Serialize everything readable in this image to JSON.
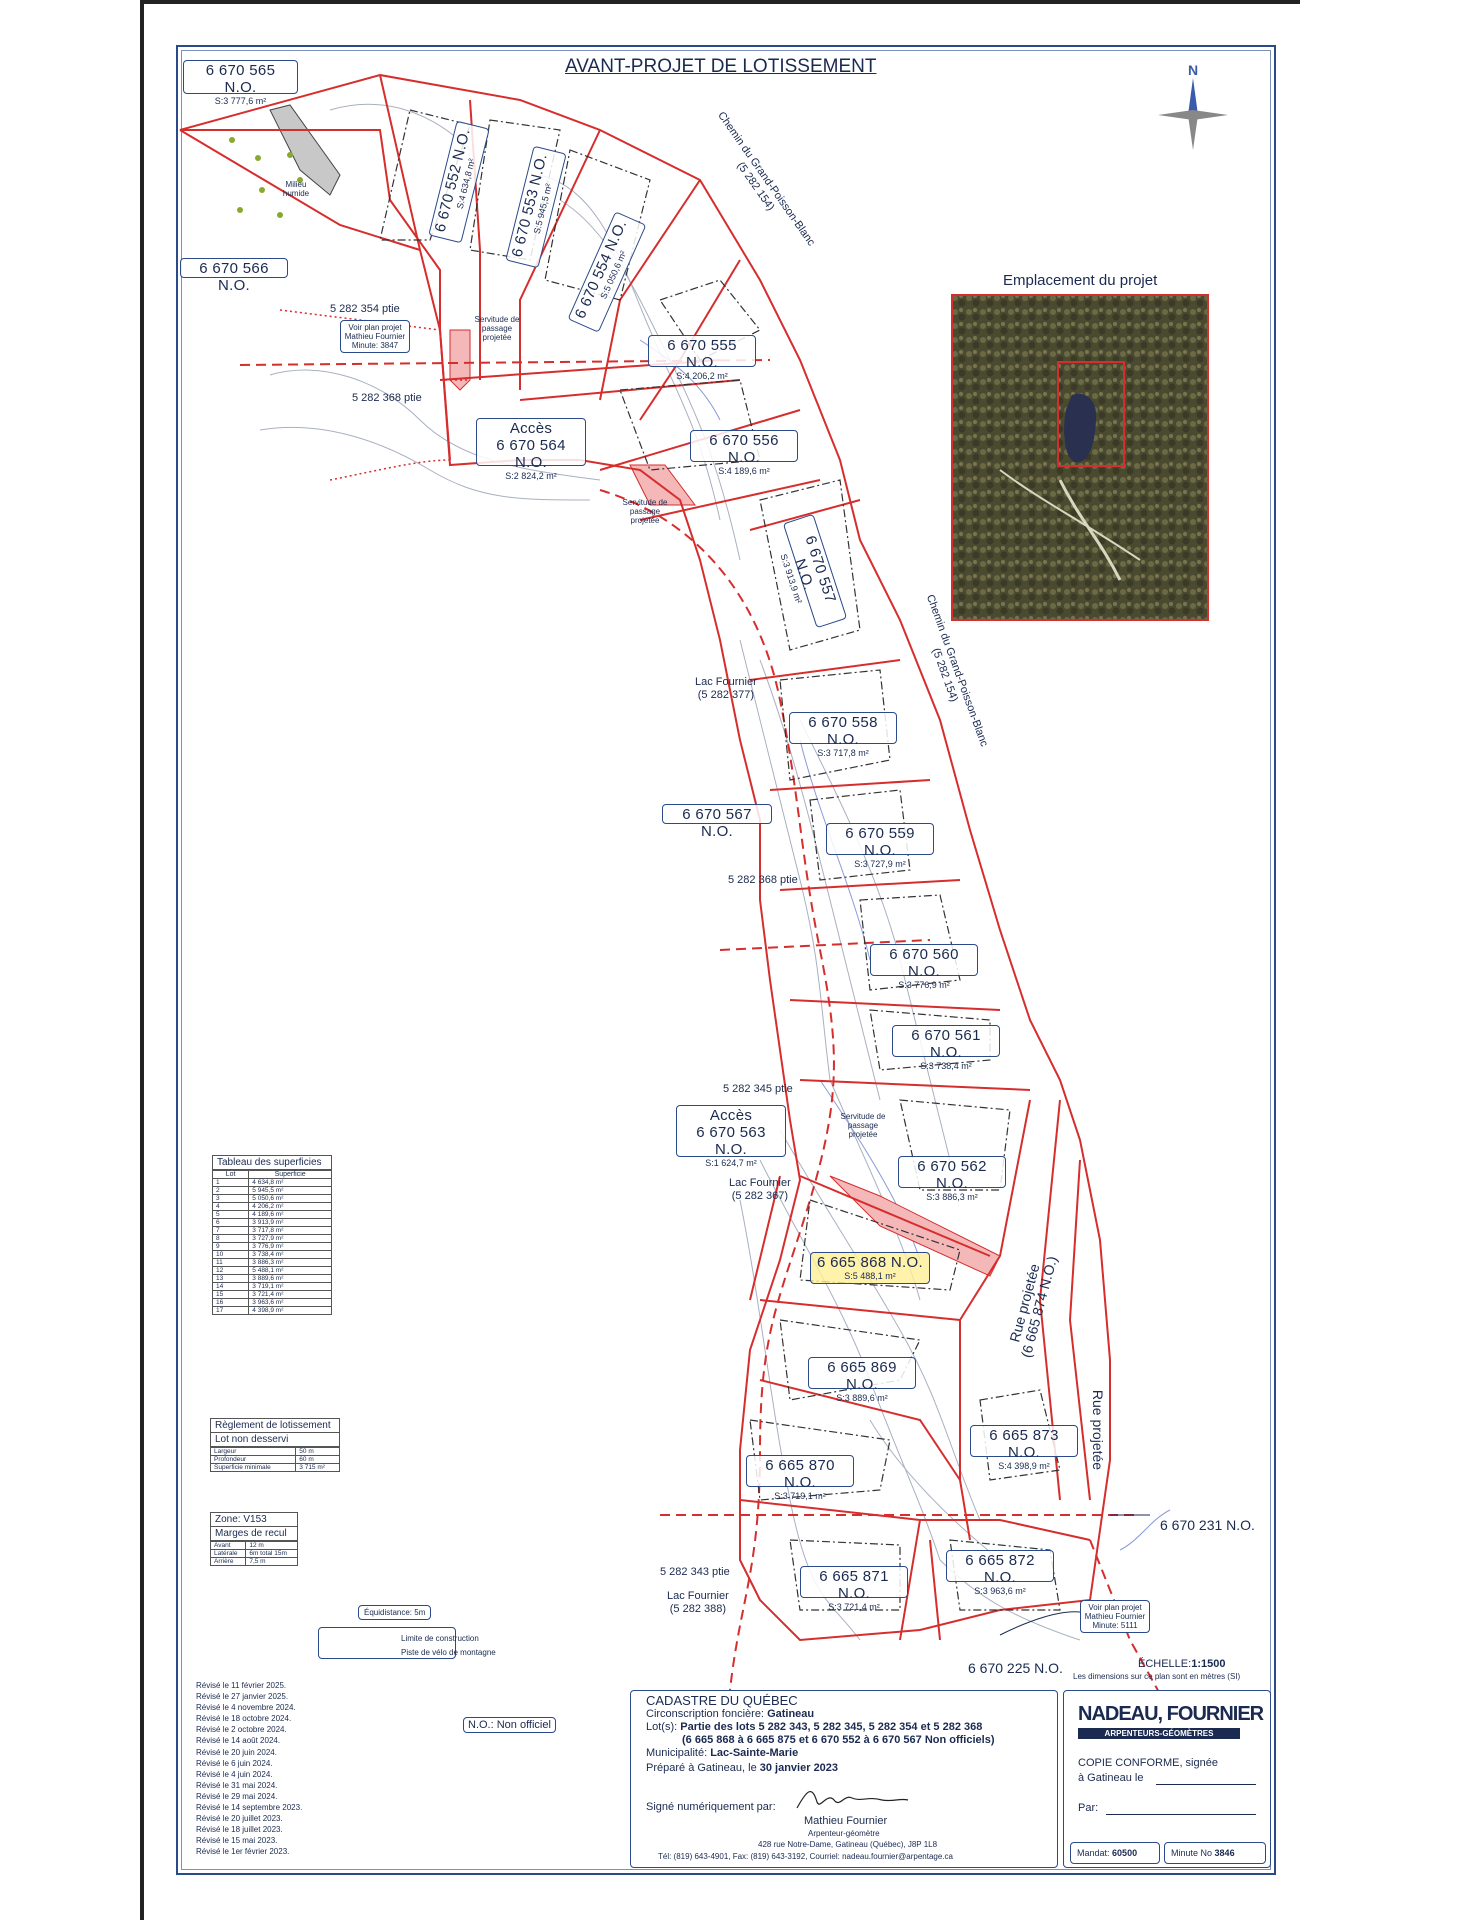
{
  "title": "AVANT-PROJET DE LOTISSEMENT",
  "north": "N",
  "location_title": "Emplacement du projet",
  "lots": [
    {
      "id": "6 670 552 N.O.",
      "area": "S:4 634,8 m²"
    },
    {
      "id": "6 670 553 N.O.",
      "area": "S:5 945,5 m²"
    },
    {
      "id": "6 670 554 N.O.",
      "area": "S:5 050,6 m²"
    },
    {
      "id": "6 670 555 N.O.",
      "area": "S:4 206,2 m²"
    },
    {
      "id": "6 670 556 N.O.",
      "area": "S:4 189,6 m²"
    },
    {
      "id": "6 670 557 N.O.",
      "area": "S:3 913,9 m²"
    },
    {
      "id": "6 670 558 N.O.",
      "area": "S:3 717,8 m²"
    },
    {
      "id": "6 670 559 N.O.",
      "area": "S:3 727,9 m²"
    },
    {
      "id": "6 670 560 N.O.",
      "area": "S:3 776,9 m²"
    },
    {
      "id": "6 670 561 N.O.",
      "area": "S:3 738,4 m²"
    },
    {
      "id": "6 670 562 N.O.",
      "area": "S:3 886,3 m²"
    },
    {
      "id": "6 665 868 N.O.",
      "area": "S:5 488,1 m²"
    },
    {
      "id": "6 665 869 N.O.",
      "area": "S:3 889,6 m²"
    },
    {
      "id": "6 665 870 N.O.",
      "area": "S:3 719,1 m²"
    },
    {
      "id": "6 665 871 N.O.",
      "area": "S:3 721,4 m²"
    },
    {
      "id": "6 665 872 N.O.",
      "area": "S:3 963,6 m²"
    },
    {
      "id": "6 665 873 N.O.",
      "area": "S:4 398,9 m²"
    }
  ],
  "access_lots": [
    {
      "label": "Accès",
      "id": "6 670 564 N.O.",
      "area": "S:2 824,2 m²"
    },
    {
      "label": "Accès",
      "id": "6 670 563 N.O.",
      "area": "S:1 624,7 m²"
    }
  ],
  "other_lots": {
    "l565": "6 670 565 N.O.",
    "l565_area": "S:3 777,6 m²",
    "l566": "6 670 566 N.O.",
    "l567": "6 670 567 N.O.",
    "l231": "6 670 231 N.O.",
    "l225": "6 670 225 N.O."
  },
  "places": {
    "chemin1": "Chemin du Grand-Poisson-Blanc",
    "chemin1_num": "(5 282 154)",
    "lac": "Lac Fournier",
    "lac1_num": "(5 282 377)",
    "lac2_num": "(5 282 367)",
    "lac3_num": "(5 282 388)",
    "p354": "5 282 354 ptie",
    "p368a": "5 282 368 ptie",
    "p368b": "5 282 368 ptie",
    "p345": "5 282 345 ptie",
    "p343": "5 282 343 ptie",
    "rue1": "Rue projetée",
    "rue2": "Rue projetée",
    "rue_num": "(6 665 874 N.O.)",
    "milieu": "Milieu humide",
    "servitude": "Servitude de passage projetée",
    "voir1": "Voir plan projet Mathieu Fournier Minute: 3847",
    "voir2": "Voir plan projet Mathieu Fournier Minute: 5111"
  },
  "table_sup": {
    "title": "Tableau des superficies",
    "head_lot": "Lot",
    "head_sup": "Superficie",
    "rows": [
      [
        "1",
        "4 634,8 m²"
      ],
      [
        "2",
        "5 945,5 m²"
      ],
      [
        "3",
        "5 050,6 m²"
      ],
      [
        "4",
        "4 206,2 m²"
      ],
      [
        "5",
        "4 189,6 m²"
      ],
      [
        "6",
        "3 913,9 m²"
      ],
      [
        "7",
        "3 717,8 m²"
      ],
      [
        "8",
        "3 727,9 m²"
      ],
      [
        "9",
        "3 776,9 m²"
      ],
      [
        "10",
        "3 738,4 m²"
      ],
      [
        "11",
        "3 886,3 m²"
      ],
      [
        "12",
        "5 488,1 m²"
      ],
      [
        "13",
        "3 889,6 m²"
      ],
      [
        "14",
        "3 719,1 m²"
      ],
      [
        "15",
        "3 721,4 m²"
      ],
      [
        "16",
        "3 963,6 m²"
      ],
      [
        "17",
        "4 398,9 m²"
      ]
    ]
  },
  "reglement": {
    "title": "Règlement de lotissement",
    "subtitle": "Lot non desservi",
    "rows": [
      [
        "Largeur",
        "50 m"
      ],
      [
        "Profondeur",
        "60 m"
      ],
      [
        "Superficie minimale",
        "3 715 m²"
      ]
    ]
  },
  "zone": {
    "title": "Zone: V153",
    "subtitle": "Marges de recul",
    "rows": [
      [
        "Avant",
        "12 m"
      ],
      [
        "Latérale",
        "6m total 15m"
      ],
      [
        "Arrière",
        "7,5 m"
      ]
    ]
  },
  "equidistance": "Équidistance: 5m",
  "legend": {
    "construction": "Limite de construction",
    "velo": "Piste de vélo de montagne"
  },
  "scale": {
    "label": "ÉCHELLE:",
    "value": "1:1500",
    "note": "Les dimensions sur ce plan sont en mètres (SI)"
  },
  "no_note": "N.O.: Non officiel",
  "revisions": [
    "Révisé le 11 février 2025.",
    "Révisé le 27 janvier 2025.",
    "Révisé le 4 novembre 2024.",
    "Révisé le 18 octobre 2024.",
    "Révisé le 2 octobre 2024.",
    "Révisé le 14 août 2024.",
    "Révisé le 20 juin 2024.",
    "Révisé le 6 juin 2024.",
    "Révisé le 4 juin 2024.",
    "Révisé le 31 mai 2024.",
    "Révisé le 29 mai 2024.",
    "Révisé le 14 septembre 2023.",
    "Révisé le 20 juillet 2023.",
    "Révisé le 18 juillet 2023.",
    "Révisé le 15 mai 2023.",
    "Révisé le 1er février 2023."
  ],
  "cadastre": {
    "title": "CADASTRE DU QUÉBEC",
    "circ_label": "Circonscription foncière:",
    "circ_value": "Gatineau",
    "lots_label": "Lot(s):",
    "lots_value": "Partie des lots 5 282 343, 5 282 345, 5 282 354 et 5 282 368",
    "lots_value2": "(6 665 868 à 6 665 875 et 6 670 552 à 6 670 567 Non officiels)",
    "muni_label": "Municipalité:",
    "muni_value": "Lac-Sainte-Marie",
    "prep_label": "Préparé à Gatineau, le",
    "prep_value": "30 janvier 2023",
    "sign_label": "Signé numériquement par:",
    "signer": "Mathieu Fournier",
    "signer_title": "Arpenteur-géomètre",
    "address": "428 rue Notre-Dame, Gatineau (Québec), J8P 1L8",
    "contact": "Tél: (819) 643-4901, Fax: (819) 643-3192, Courriel: nadeau.fournier@arpentage.ca"
  },
  "firm": {
    "name": "NADEAU, FOURNIER",
    "tagline": "ARPENTEURS-GÉOMÈTRES"
  },
  "copie": {
    "line1": "COPIE CONFORME, signée",
    "line2": "à Gatineau le",
    "line3": "Par:"
  },
  "mandat": {
    "label": "Mandat:",
    "value": "60500",
    "minute_label": "Minute No",
    "minute_value": "3846"
  },
  "colors": {
    "line_red": "#d62d2d",
    "text_blue": "#1a2a50",
    "frame_blue": "#2a4a8a",
    "servitude_fill": "#f4b8b8"
  }
}
